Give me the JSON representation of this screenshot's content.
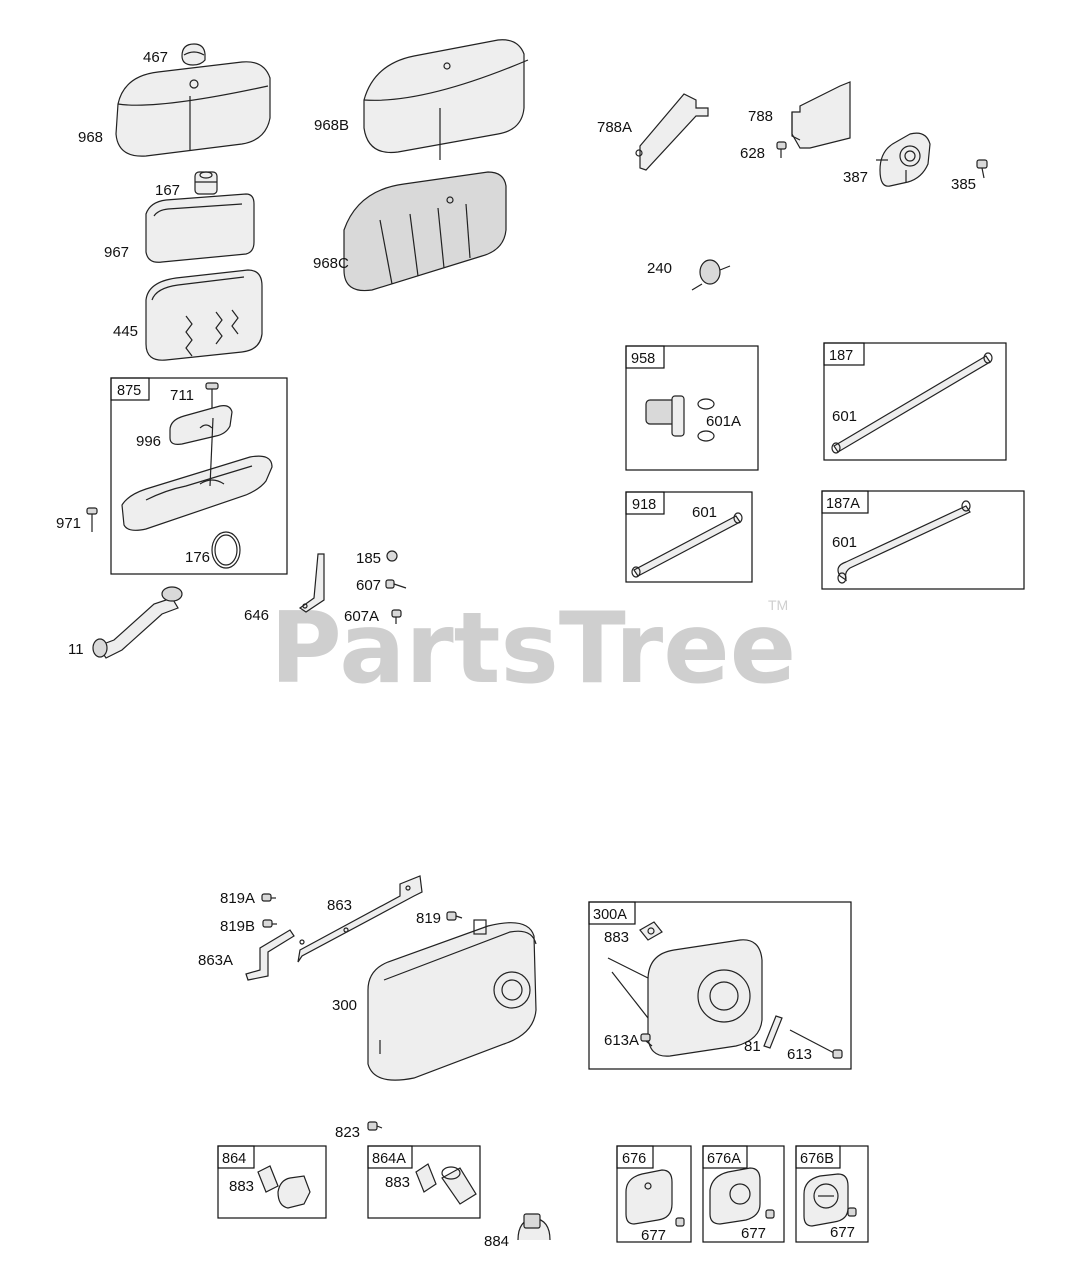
{
  "watermark": {
    "text": "PartsTree",
    "tm": "TM"
  },
  "labels": {
    "l467": "467",
    "l968": "968",
    "l167": "167",
    "l967": "967",
    "l445": "445",
    "l968b": "968B",
    "l968c": "968C",
    "l788a": "788A",
    "l788": "788",
    "l628": "628",
    "l387": "387",
    "l385": "385",
    "l240": "240",
    "l711": "711",
    "l996": "996",
    "l971": "971",
    "l176": "176",
    "l185": "185",
    "l607": "607",
    "l607a": "607A",
    "l646": "646",
    "l11": "11",
    "l601a": "601A",
    "l601_187": "601",
    "l601_918": "601",
    "l601_187a": "601",
    "l819a": "819A",
    "l819b": "819B",
    "l863": "863",
    "l863a": "863A",
    "l819": "819",
    "l300": "300",
    "l883_300a": "883",
    "l613a": "613A",
    "l81": "81",
    "l613": "613",
    "l823": "823",
    "l883_864": "883",
    "l883_864a": "883",
    "l884": "884",
    "l677_676": "677",
    "l677_676a": "677",
    "l677_676b": "677"
  },
  "boxes": {
    "b875": "875",
    "b958": "958",
    "b187": "187",
    "b918": "918",
    "b187a": "187A",
    "b300a": "300A",
    "b864": "864",
    "b864a": "864A",
    "b676": "676",
    "b676a": "676A",
    "b676b": "676B"
  }
}
